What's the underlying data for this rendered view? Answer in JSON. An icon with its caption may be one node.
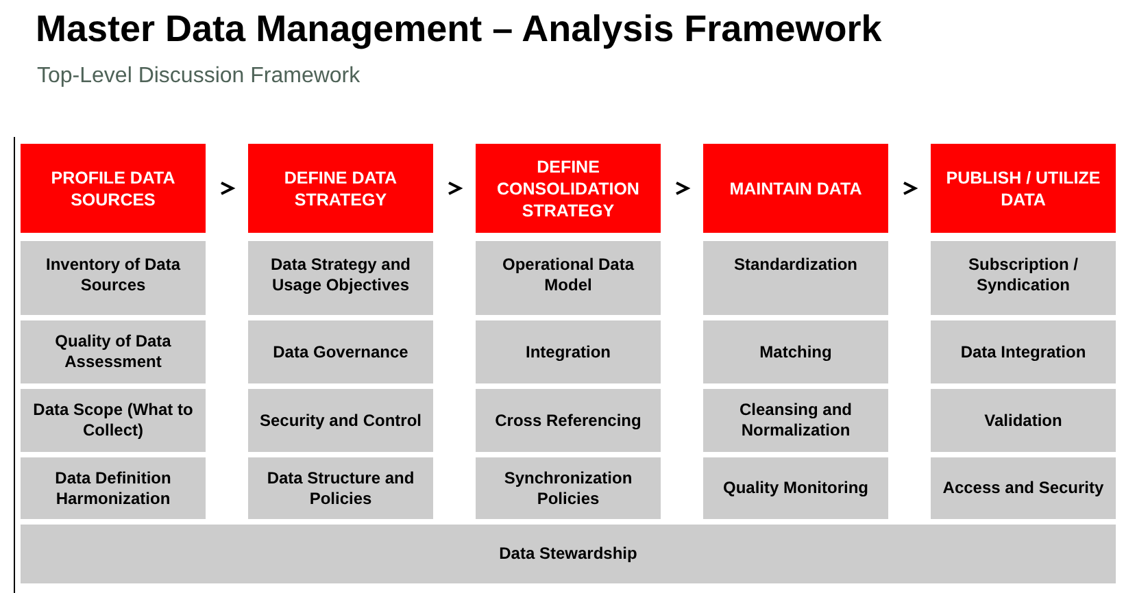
{
  "diagram": {
    "title": "Master Data Management – Analysis Framework",
    "nodes": [
      {
        "text": [
          "PROFILE DATA SOURCES"
        ]
      },
      {
        "text": [
          "DEFINE DATA STRATEGY"
        ]
      },
      {
        "text": [
          "DEFINE CONSOLIDATION STRATEGY"
        ]
      },
      {
        "text": [
          "MAINTAIN DATA"
        ]
      },
      {
        "text": [
          "PUBLISH / UTILIZE DATA"
        ]
      },
      {
        "text": [
          "Inventory of Data Sources"
        ]
      },
      {
        "text": [
          "Data Strategy and Usage Objectives"
        ]
      },
      {
        "text": [
          "Operational Data Model"
        ]
      },
      {
        "text": [
          "Standardization"
        ]
      },
      {
        "text": [
          "Subscription / Syndication"
        ]
      },
      {
        "text": [
          "Quality of Data Assessment"
        ]
      },
      {
        "text": [
          "Data Governance"
        ]
      },
      {
        "text": [
          "Integration"
        ]
      },
      {
        "text": [
          "Matching"
        ]
      },
      {
        "text": [
          "Data Integration"
        ]
      },
      {
        "text": [
          "Data Scope (What to Collect)"
        ]
      },
      {
        "text": [
          "Security and Control"
        ]
      },
      {
        "text": [
          "Cross Referencing"
        ]
      },
      {
        "text": [
          "Cleansing and Normalization"
        ]
      },
      {
        "text": [
          "Validation"
        ]
      },
      {
        "text": [
          "Data Definition Harmonization"
        ]
      },
      {
        "text": [
          "Data Structure and Policies"
        ]
      },
      {
        "text": [
          "Synchronization Policies"
        ]
      },
      {
        "text": [
          "Quality Monitoring"
        ]
      },
      {
        "text": [
          "Access and Security"
        ]
      },
      {
        "text": [
          "Data Stewardship"
        ]
      }
    ],
    "edges": [
      {
        "from": 0,
        "to": 1,
        "arrow": "to"
      },
      {
        "from": 1,
        "to": 2,
        "arrow": "to"
      },
      {
        "from": 2,
        "to": 3,
        "arrow": "to"
      },
      {
        "from": 3,
        "to": 4,
        "arrow": "to"
      }
    ],
    "labels": [
      "Top-Level Discussion Framework"
    ]
  }
}
